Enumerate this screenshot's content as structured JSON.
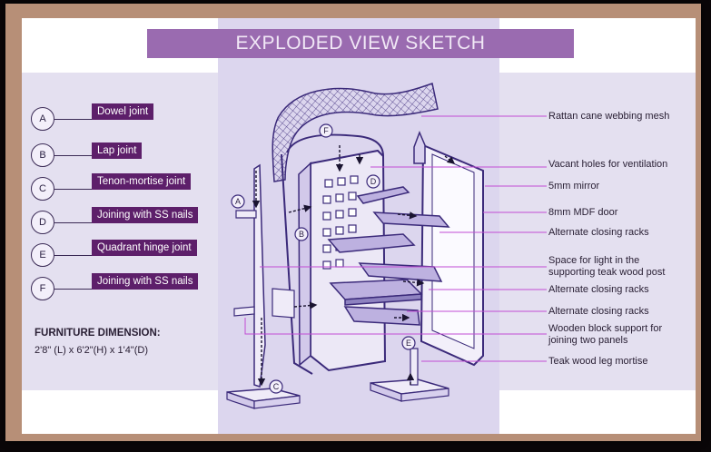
{
  "title": "EXPLODED VIEW SKETCH",
  "legend": [
    {
      "letter": "A",
      "label": "Dowel joint"
    },
    {
      "letter": "B",
      "label": "Lap joint"
    },
    {
      "letter": "C",
      "label": "Tenon-mortise joint"
    },
    {
      "letter": "D",
      "label": "Joining with SS nails"
    },
    {
      "letter": "E",
      "label": "Quadrant hinge joint"
    },
    {
      "letter": "F",
      "label": "Joining with SS nails"
    }
  ],
  "dimension": {
    "title": "FURNITURE DIMENSION:",
    "value": "2'8\" (L) x 6'2\"(H) x 1'4\"(D)"
  },
  "callouts": [
    {
      "text": "Rattan cane webbing mesh"
    },
    {
      "text": "Vacant holes for ventilation"
    },
    {
      "text": "5mm mirror"
    },
    {
      "text": "8mm MDF door"
    },
    {
      "text": "Alternate closing racks"
    },
    {
      "line1": "Space for light in the",
      "line2": "supporting teak wood post"
    },
    {
      "text": "Alternate closing racks"
    },
    {
      "text": "Alternate closing racks"
    },
    {
      "line1": "Wooden block support for",
      "line2": "joining two panels"
    },
    {
      "text": "Teak wood leg mortise"
    }
  ],
  "sketch_markers": [
    "F",
    "D",
    "A",
    "B",
    "C",
    "E"
  ],
  "colors": {
    "frame": "#b78f77",
    "title_bar": "#9a6bb0",
    "legend_tag": "#5d1f6a",
    "leader_line": "#c24cd4",
    "sketch_stroke": "#3b2a7a"
  }
}
